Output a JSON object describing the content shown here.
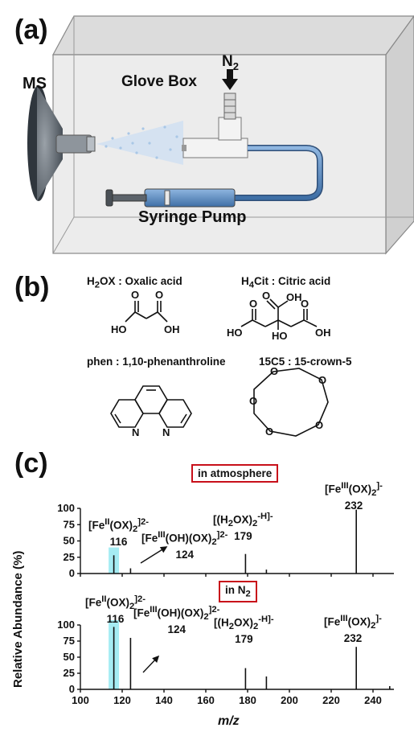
{
  "panels": {
    "a": "(a)",
    "b": "(b)",
    "c": "(c)"
  },
  "setup": {
    "ms_label": "MS",
    "glovebox_label": "Glove Box",
    "gas_label": "N",
    "gas_sub": "2",
    "pump_label": "Syringe Pump"
  },
  "chemicals": {
    "ox_a": "H",
    "ox_a_sub": "2",
    "ox_b": "OX : Oxalic acid",
    "cit_a": "H",
    "cit_a_sub": "4",
    "cit_b": "Cit : Citric acid",
    "phen": "phen : 1,10-phenanthroline",
    "crown": "15C5 : 15-crown-5",
    "atoms": {
      "HO": "HO",
      "OH": "OH",
      "O": "O",
      "N": "N"
    }
  },
  "spectra": {
    "ylabel": "Relative Abundance (%)",
    "xlabel": "m/z",
    "x_ticks": [
      "100",
      "120",
      "140",
      "160",
      "180",
      "200",
      "220",
      "240"
    ],
    "y_ticks": [
      "100",
      "75",
      "50",
      "25",
      "0"
    ],
    "top": {
      "condition": "in atmosphere",
      "ann1_l1": "[Fe",
      "ann1_sup": "II",
      "ann1_l1b": "(OX)",
      "ann1_sub": "2",
      "ann1_charge": "]2-",
      "ann1_mz": "116",
      "ann2_l1": "[Fe",
      "ann2_sup": "III",
      "ann2_l1b": "(OH)(OX)",
      "ann2_sub": "2",
      "ann2_charge": "]2-",
      "ann2_mz": "124",
      "ann3_l1": "[(H",
      "ann3_sub1": "2",
      "ann3_l1b": "OX)",
      "ann3_sub": "2",
      "ann3_charge": "-H]-",
      "ann3_mz": "179",
      "ann4_l1": "[Fe",
      "ann4_sup": "III",
      "ann4_l1b": "(OX)",
      "ann4_sub": "2",
      "ann4_charge": "]-",
      "ann4_mz": "232"
    },
    "bottom": {
      "condition_a": "in N",
      "condition_sub": "2",
      "ann1_l1": "[Fe",
      "ann1_sup": "II",
      "ann1_l1b": "(OX)",
      "ann1_sub": "2",
      "ann1_charge": "]2-",
      "ann1_mz": "116",
      "ann2_l1": "[Fe",
      "ann2_sup": "III",
      "ann2_l1b": "(OH)(OX)",
      "ann2_sub": "2",
      "ann2_charge": "]2-",
      "ann2_mz": "124",
      "ann3_l1": "[(H",
      "ann3_sub1": "2",
      "ann3_l1b": "OX)",
      "ann3_sub": "2",
      "ann3_charge": "-H]-",
      "ann3_mz": "179",
      "ann4_l1": "[Fe",
      "ann4_sup": "III",
      "ann4_l1b": "(OX)",
      "ann4_sub": "2",
      "ann4_charge": "]-",
      "ann4_mz": "232"
    }
  },
  "chart_data": [
    {
      "type": "line",
      "title": "in atmosphere",
      "xlabel": "m/z",
      "ylabel": "Relative Abundance (%)",
      "xlim": [
        100,
        250
      ],
      "ylim": [
        0,
        100
      ],
      "peaks_x": [
        116,
        124,
        179,
        189,
        232
      ],
      "peaks_y": [
        28,
        8,
        30,
        6,
        98
      ]
    },
    {
      "type": "line",
      "title": "in N2",
      "xlabel": "m/z",
      "ylabel": "Relative Abundance (%)",
      "xlim": [
        100,
        250
      ],
      "ylim": [
        0,
        100
      ],
      "peaks_x": [
        116,
        124,
        179,
        189,
        232,
        248
      ],
      "peaks_y": [
        97,
        80,
        33,
        20,
        66,
        5
      ]
    }
  ],
  "colors": {
    "highlight": "#7fe4ee",
    "frame": "#c8101a",
    "tube": "#6f9fd0"
  }
}
